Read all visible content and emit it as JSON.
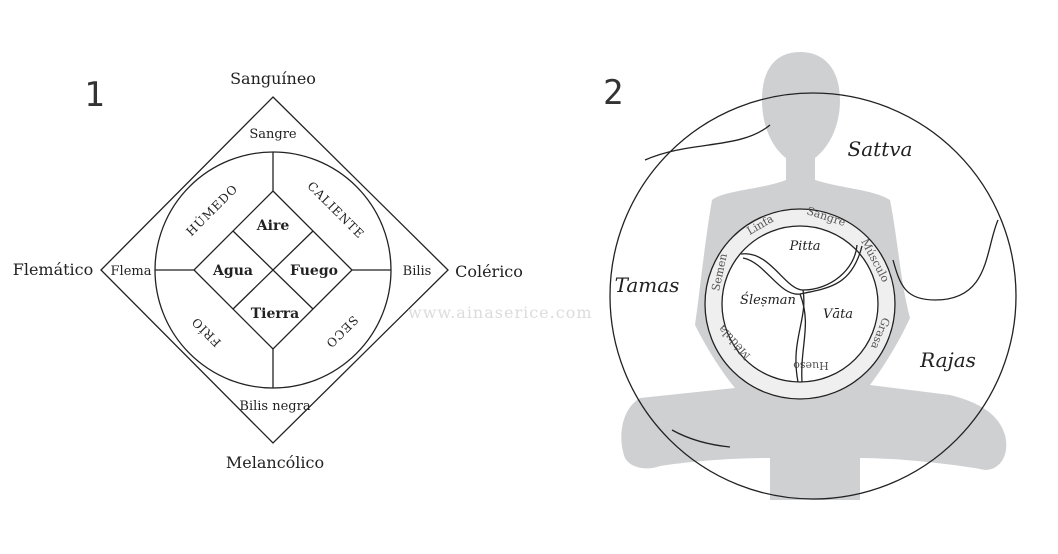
{
  "figure1": {
    "number": "1",
    "temperaments": {
      "top": "Sanguíneo",
      "left": "Flemático",
      "right": "Colérico",
      "bottom": "Melancólico"
    },
    "humors": {
      "top": "Sangre",
      "left": "Flema",
      "right": "Bilis",
      "bottom": "Bilis negra"
    },
    "qualities": {
      "top_left": "HÚMEDO",
      "top_right": "CALIENTE",
      "bottom_left": "FRÍO",
      "bottom_right": "SECO"
    },
    "elements": {
      "top": "Aire",
      "left": "Agua",
      "right": "Fuego",
      "bottom": "Tierra"
    }
  },
  "figure2": {
    "number": "2",
    "gunas": {
      "sattva": "Sattva",
      "tamas": "Tamas",
      "rajas": "Rajas"
    },
    "doshas": {
      "pitta": "Pitta",
      "slesman": "Śleṣman",
      "vata": "Vāta"
    },
    "dhatus": [
      "Sangre",
      "Músculo",
      "Grasa",
      "Hueso",
      "Médula",
      "Semen",
      "Linfa"
    ],
    "silhouette_color": "#cfd0d2"
  },
  "watermark": "www.ainaserice.com"
}
